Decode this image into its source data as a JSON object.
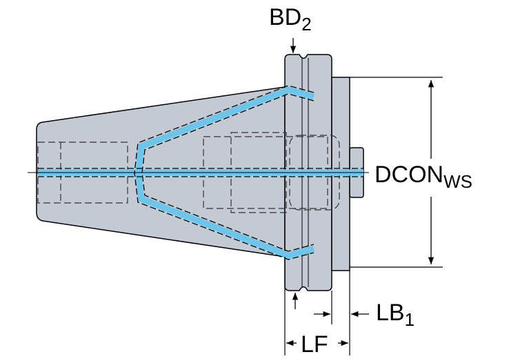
{
  "labels": {
    "bd": {
      "main": "BD",
      "sub": "2"
    },
    "dcon": {
      "main": "DCON",
      "sub": "WS"
    },
    "lb": {
      "main": "LB",
      "sub": "1"
    },
    "lf": {
      "main": "LF"
    }
  },
  "colors": {
    "body": "#c3cad3",
    "coolant": "#6cc6ec",
    "line": "#000000"
  }
}
